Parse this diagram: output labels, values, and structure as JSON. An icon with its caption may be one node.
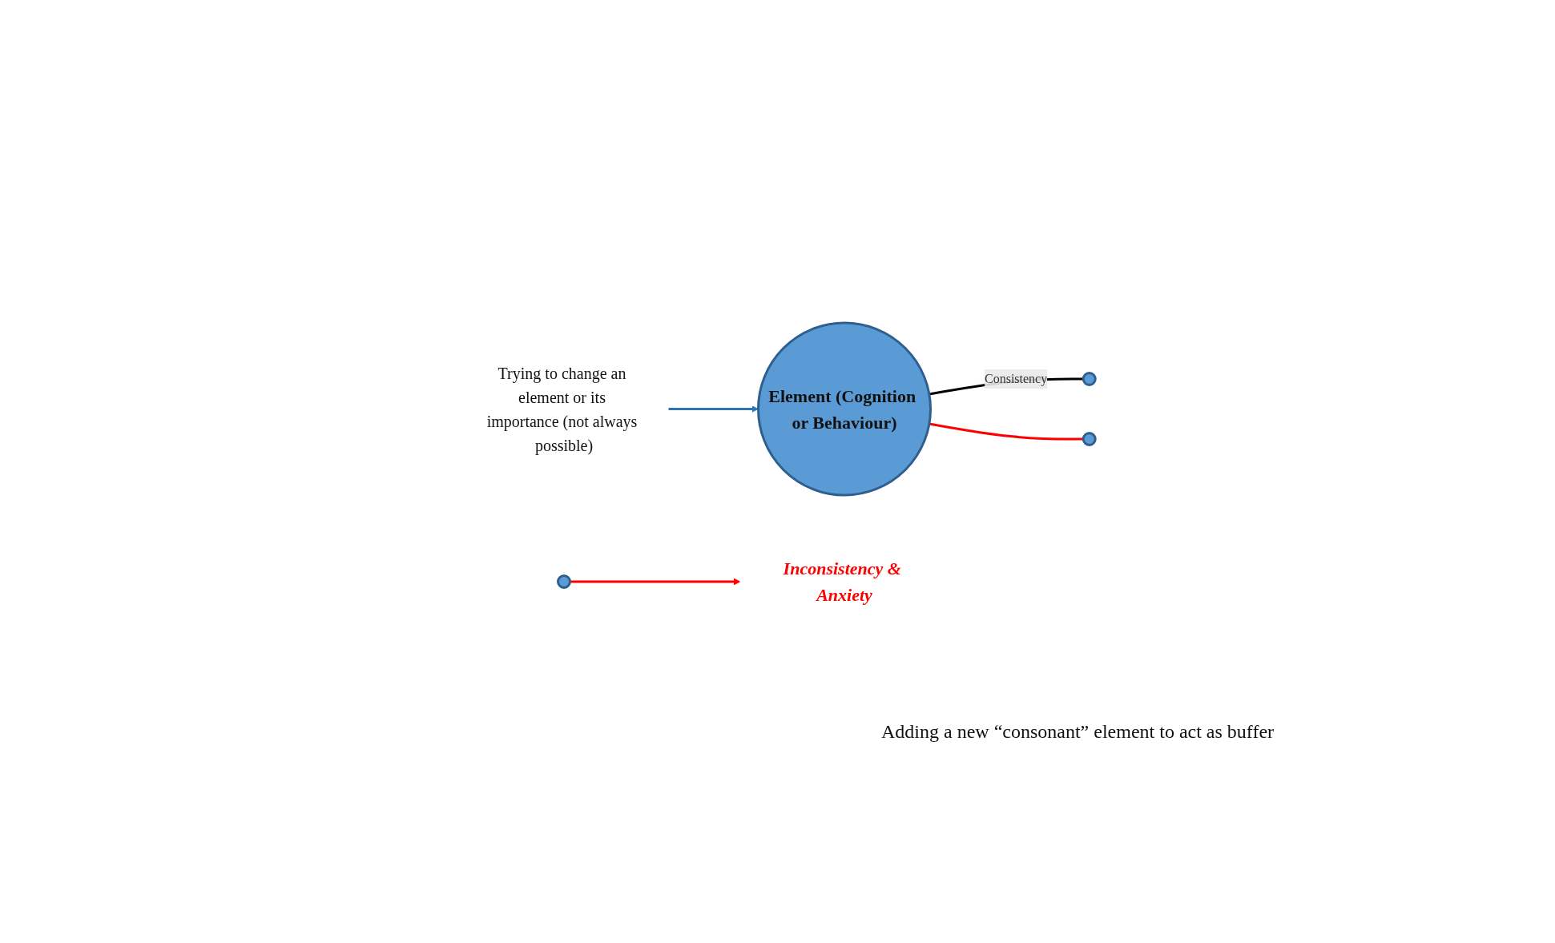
{
  "diagram": {
    "nodes": [
      {
        "text": [
          "Element (Cognition or Behaviour)"
        ]
      },
      {
        "text": [],
        "shape": "circle"
      },
      {
        "text": [],
        "shape": "circle"
      },
      {
        "text": [
          "Inconsistency & Anxiety"
        ]
      },
      {
        "text": [],
        "shape": "circle"
      },
      {
        "text": [
          "Trying to change an element or its importance (not always possible)"
        ]
      }
    ],
    "edges": [
      {
        "from": 0,
        "to": 1,
        "arrow": "none",
        "label": "Consistency",
        "color": "#000000"
      },
      {
        "from": 0,
        "to": 2,
        "arrow": "none",
        "color": "#ff0000"
      },
      {
        "from": 4,
        "to": 3,
        "arrow": "to",
        "color": "#ff0000"
      },
      {
        "from": 5,
        "to": 0,
        "arrow": "to",
        "color": "#2e75b6"
      }
    ],
    "labels": [
      "Adding a new “consonant” element to act as buffer"
    ]
  }
}
